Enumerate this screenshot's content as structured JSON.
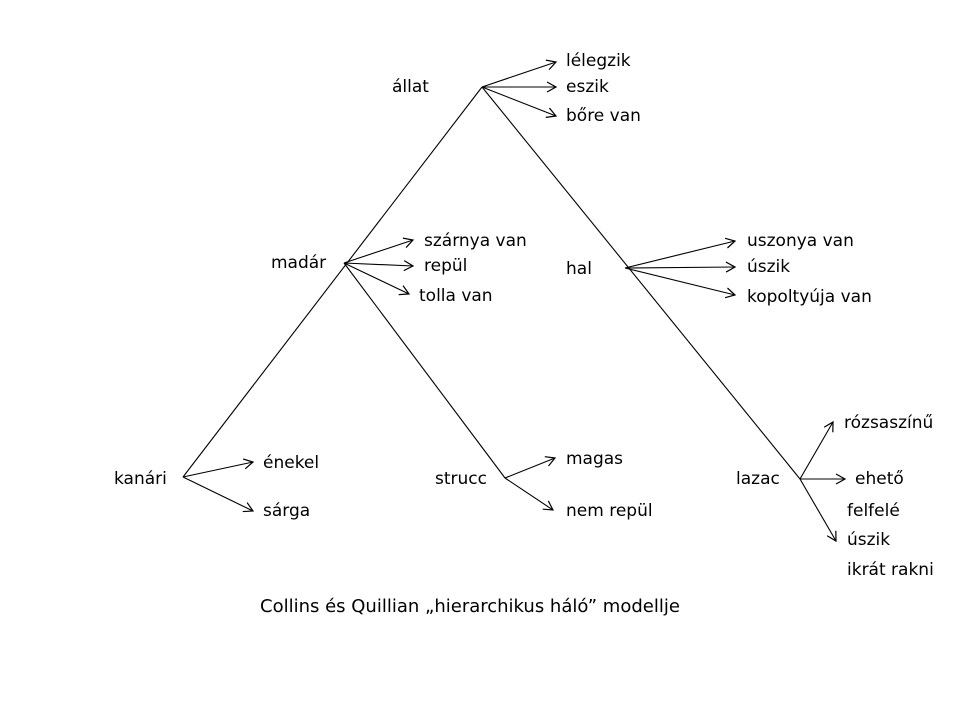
{
  "caption": "Collins és Quillian „hierarchikus háló” modellje",
  "nodes": {
    "allat": {
      "label": "állat",
      "properties": [
        "lélegzik",
        "eszik",
        "bőre van"
      ]
    },
    "madar": {
      "label": "madár",
      "properties": [
        "szárnya van",
        "repül",
        "tolla van"
      ]
    },
    "hal": {
      "label": "hal",
      "properties": [
        "uszonya van",
        "úszik",
        "kopoltyúja van"
      ]
    },
    "kanari": {
      "label": "kanári",
      "properties": [
        "énekel",
        "sárga"
      ]
    },
    "strucc": {
      "label": "strucc",
      "properties": [
        "magas",
        "nem repül"
      ]
    },
    "lazac": {
      "label": "lazac",
      "properties": [
        "rózsaszínű",
        "ehető",
        "felfelé",
        "úszik",
        "ikrát rakni"
      ]
    }
  },
  "colors": {
    "line": "#000000",
    "text": "#000000",
    "background": "#ffffff"
  }
}
